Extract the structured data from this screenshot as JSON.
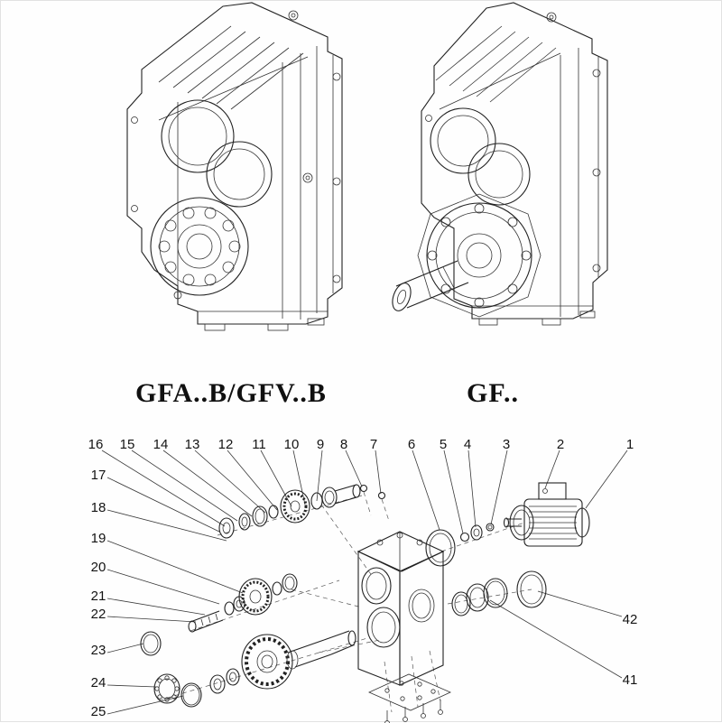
{
  "models": {
    "left_label": "GFA..B/GFV..B",
    "right_label": "GF.."
  },
  "callouts": [
    "1",
    "2",
    "3",
    "4",
    "5",
    "6",
    "7",
    "8",
    "9",
    "10",
    "11",
    "12",
    "13",
    "14",
    "15",
    "16",
    "17",
    "18",
    "19",
    "20",
    "21",
    "22",
    "23",
    "24",
    "25",
    "41",
    "42"
  ]
}
